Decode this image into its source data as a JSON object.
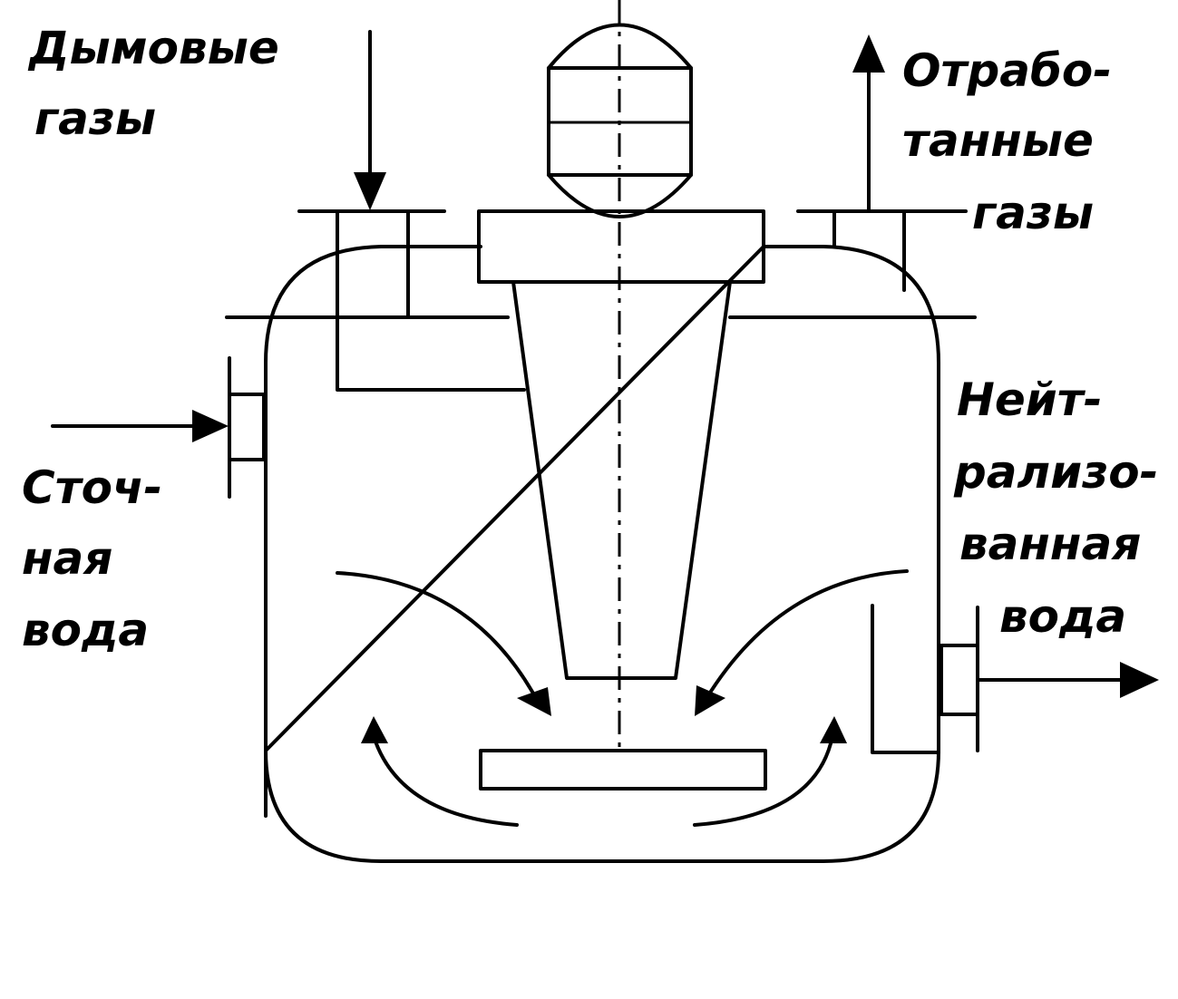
{
  "labels": {
    "flue_gas": [
      "Дымовые",
      "газы"
    ],
    "exhaust_gas": [
      "Отрабо-",
      "танные",
      "газы"
    ],
    "waste_water": [
      "Сточ-",
      "ная",
      "вода"
    ],
    "neutralized_water": [
      "Нейт-",
      "рализо-",
      "ванная",
      "вода"
    ]
  },
  "colors": {
    "ink": "#000000",
    "background": "#ffffff"
  }
}
